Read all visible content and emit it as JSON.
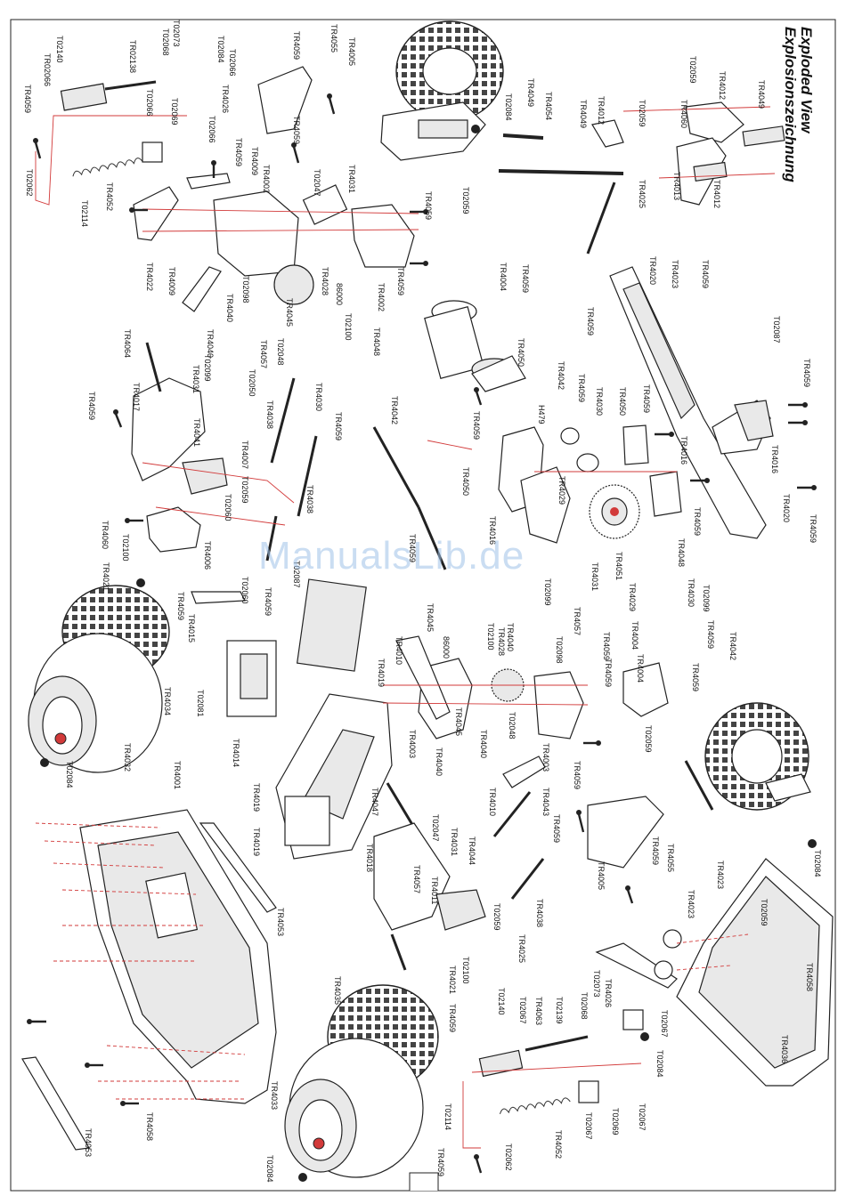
{
  "title": {
    "line1": "Exploded View",
    "line2": "Explosionszeichnung"
  },
  "watermark": "ManualsLib.de",
  "labels": [
    {
      "id": "l01",
      "text": "TR4059"
    },
    {
      "id": "l02",
      "text": "TR02066"
    },
    {
      "id": "l03",
      "text": "T02140"
    },
    {
      "id": "l04",
      "text": "TR02138"
    },
    {
      "id": "l05",
      "text": "T02068"
    },
    {
      "id": "l06",
      "text": "T02073"
    },
    {
      "id": "l07",
      "text": "T02084"
    },
    {
      "id": "l08",
      "text": "T02066"
    },
    {
      "id": "l09",
      "text": "TR4026"
    },
    {
      "id": "l10",
      "text": "T02062"
    },
    {
      "id": "l11",
      "text": "T02114"
    },
    {
      "id": "l12",
      "text": "TR4052"
    },
    {
      "id": "l13",
      "text": "T02066"
    },
    {
      "id": "l14",
      "text": "T02069"
    },
    {
      "id": "l15",
      "text": "T02066"
    },
    {
      "id": "l16",
      "text": "TR4059"
    },
    {
      "id": "l17",
      "text": "TR4009"
    },
    {
      "id": "l18",
      "text": "TR4002"
    },
    {
      "id": "l19",
      "text": "TR4022"
    },
    {
      "id": "l20",
      "text": "TR4009"
    },
    {
      "id": "l21",
      "text": "TR4059"
    },
    {
      "id": "l22",
      "text": "TR4055"
    },
    {
      "id": "l23",
      "text": "TR4005"
    },
    {
      "id": "l24",
      "text": "TR4059"
    },
    {
      "id": "l25",
      "text": "T02047"
    },
    {
      "id": "l26",
      "text": "TR4031"
    },
    {
      "id": "l27",
      "text": "TR4059"
    },
    {
      "id": "l28",
      "text": "TR4059"
    },
    {
      "id": "l29",
      "text": "TR4002"
    },
    {
      "id": "l30",
      "text": "TR4028"
    },
    {
      "id": "l31",
      "text": "86000"
    },
    {
      "id": "l32",
      "text": "T02100"
    },
    {
      "id": "l33",
      "text": "T02098"
    },
    {
      "id": "l34",
      "text": "TR4040"
    },
    {
      "id": "l35",
      "text": "TR4040"
    },
    {
      "id": "l36",
      "text": "T02099"
    },
    {
      "id": "l37",
      "text": "TR4057"
    },
    {
      "id": "l38",
      "text": "TR4045"
    },
    {
      "id": "l39",
      "text": "T02048"
    },
    {
      "id": "l40",
      "text": "TR4031"
    },
    {
      "id": "l41",
      "text": "T02050"
    },
    {
      "id": "l42",
      "text": "TR4048"
    },
    {
      "id": "l43",
      "text": "TR4030"
    },
    {
      "id": "l44",
      "text": "TR4059"
    },
    {
      "id": "l45",
      "text": "TR4042"
    },
    {
      "id": "l46",
      "text": "TR4064"
    },
    {
      "id": "l47",
      "text": "TR4017"
    },
    {
      "id": "l48",
      "text": "TR4059"
    },
    {
      "id": "l49",
      "text": "TR4041"
    },
    {
      "id": "l50",
      "text": "TR4038"
    },
    {
      "id": "l51",
      "text": "TR4007"
    },
    {
      "id": "l52",
      "text": "T02059"
    },
    {
      "id": "l53",
      "text": "T02060"
    },
    {
      "id": "l54",
      "text": "TR4038"
    },
    {
      "id": "l55",
      "text": "TR4060"
    },
    {
      "id": "l56",
      "text": "T02100"
    },
    {
      "id": "l57",
      "text": "TR4021"
    },
    {
      "id": "l58",
      "text": "TR4006"
    },
    {
      "id": "l59",
      "text": "TR4059"
    },
    {
      "id": "l60",
      "text": "TR4015"
    },
    {
      "id": "l61",
      "text": "T02060"
    },
    {
      "id": "l62",
      "text": "TR4059"
    },
    {
      "id": "l63",
      "text": "T02087"
    },
    {
      "id": "l64",
      "text": "TR4034"
    },
    {
      "id": "l65",
      "text": "T02081"
    },
    {
      "id": "l66",
      "text": "TR4014"
    },
    {
      "id": "l67",
      "text": "TR4032"
    },
    {
      "id": "l68",
      "text": "T02084"
    },
    {
      "id": "l69",
      "text": "TR4001"
    },
    {
      "id": "l70",
      "text": "TR4019"
    },
    {
      "id": "l71",
      "text": "TR4019"
    },
    {
      "id": "l72",
      "text": "TR4019"
    },
    {
      "id": "l73",
      "text": "TR4018"
    },
    {
      "id": "l74",
      "text": "TR4053"
    },
    {
      "id": "l75",
      "text": "TR4053"
    },
    {
      "id": "l76",
      "text": "TR4058"
    },
    {
      "id": "l77",
      "text": "TR4033"
    },
    {
      "id": "l78",
      "text": "T02084"
    },
    {
      "id": "l79",
      "text": "TR4035"
    },
    {
      "id": "l80",
      "text": "TR4047"
    },
    {
      "id": "l81",
      "text": "TR4010"
    },
    {
      "id": "l82",
      "text": "TR4003"
    },
    {
      "id": "l83",
      "text": "TR4045"
    },
    {
      "id": "l84",
      "text": "TR4040"
    },
    {
      "id": "l85",
      "text": "TR4044"
    },
    {
      "id": "l86",
      "text": "T02047"
    },
    {
      "id": "l87",
      "text": "TR4031"
    },
    {
      "id": "l88",
      "text": "TR4057"
    },
    {
      "id": "l89",
      "text": "TR4011"
    },
    {
      "id": "l90",
      "text": "TR4021"
    },
    {
      "id": "l91",
      "text": "T02100"
    },
    {
      "id": "l92",
      "text": "TR4059"
    },
    {
      "id": "l93",
      "text": "T02059"
    },
    {
      "id": "l94",
      "text": "TR4038"
    },
    {
      "id": "l95",
      "text": "TR4025"
    },
    {
      "id": "l96",
      "text": "T02140"
    },
    {
      "id": "l97",
      "text": "T02067"
    },
    {
      "id": "l98",
      "text": "TR4063"
    },
    {
      "id": "l99",
      "text": "T02139"
    },
    {
      "id": "l100",
      "text": "T02068"
    },
    {
      "id": "l101",
      "text": "T02073"
    },
    {
      "id": "l102",
      "text": "TR4026"
    },
    {
      "id": "l103",
      "text": "T02067"
    },
    {
      "id": "l104",
      "text": "T02084"
    },
    {
      "id": "l105",
      "text": "T02114"
    },
    {
      "id": "l106",
      "text": "TR4059"
    },
    {
      "id": "l107",
      "text": "T02062"
    },
    {
      "id": "l108",
      "text": "TR4052"
    },
    {
      "id": "l109",
      "text": "T02067"
    },
    {
      "id": "l110",
      "text": "T02069"
    },
    {
      "id": "l111",
      "text": "T02067"
    },
    {
      "id": "l112",
      "text": "TR4036"
    },
    {
      "id": "l113",
      "text": "TR4058"
    },
    {
      "id": "l114",
      "text": "TR4023"
    },
    {
      "id": "l115",
      "text": "TR4023"
    },
    {
      "id": "l116",
      "text": "T02084"
    },
    {
      "id": "l117",
      "text": "TR4055"
    },
    {
      "id": "l118",
      "text": "TR4059"
    },
    {
      "id": "l119",
      "text": "TR4005"
    },
    {
      "id": "l120",
      "text": "TR4059"
    },
    {
      "id": "l121",
      "text": "TR4043"
    },
    {
      "id": "l122",
      "text": "T02059"
    },
    {
      "id": "l123",
      "text": "TR4059"
    },
    {
      "id": "l124",
      "text": "TR4004"
    },
    {
      "id": "l125",
      "text": "TR4059"
    },
    {
      "id": "l126",
      "text": "TR4042"
    },
    {
      "id": "l127",
      "text": "TR4059"
    },
    {
      "id": "l128",
      "text": "T02099"
    },
    {
      "id": "l129",
      "text": "TR4030"
    },
    {
      "id": "l130",
      "text": "TR4029"
    },
    {
      "id": "l131",
      "text": "TR4051"
    },
    {
      "id": "l132",
      "text": "TR4048"
    },
    {
      "id": "l133",
      "text": "TR4059"
    },
    {
      "id": "l134",
      "text": "TR4020"
    },
    {
      "id": "l135",
      "text": "TR4059"
    },
    {
      "id": "l136",
      "text": "TR4016"
    },
    {
      "id": "l137",
      "text": "TR4016"
    },
    {
      "id": "l138",
      "text": "TR4059"
    },
    {
      "id": "l139",
      "text": "TR4059"
    },
    {
      "id": "l140",
      "text": "T02087"
    },
    {
      "id": "l141",
      "text": "TR4059"
    },
    {
      "id": "l142",
      "text": "TR4059"
    },
    {
      "id": "l143",
      "text": "TR4023"
    },
    {
      "id": "l144",
      "text": "TR4020"
    },
    {
      "id": "l145",
      "text": "TR4050"
    },
    {
      "id": "l146",
      "text": "TR4030"
    },
    {
      "id": "l147",
      "text": "TR4059"
    },
    {
      "id": "l148",
      "text": "TR4042"
    },
    {
      "id": "l149",
      "text": "H479"
    },
    {
      "id": "l150",
      "text": "TR4050"
    },
    {
      "id": "l151",
      "text": "TR4059"
    },
    {
      "id": "l152",
      "text": "TR4050"
    },
    {
      "id": "l153",
      "text": "TR4016"
    },
    {
      "id": "l154",
      "text": "TR4029"
    },
    {
      "id": "l155",
      "text": "TR4031"
    },
    {
      "id": "l156",
      "text": "T02099"
    },
    {
      "id": "l157",
      "text": "TR4057"
    },
    {
      "id": "l158",
      "text": "T02098"
    },
    {
      "id": "l159",
      "text": "TR4028"
    },
    {
      "id": "l160",
      "text": "T02048"
    },
    {
      "id": "l161",
      "text": "TR4040"
    },
    {
      "id": "l162",
      "text": "TR4003"
    },
    {
      "id": "l163",
      "text": "TR4010"
    },
    {
      "id": "l164",
      "text": "TR4045"
    },
    {
      "id": "l165",
      "text": "TR4040"
    },
    {
      "id": "l166",
      "text": "86000"
    },
    {
      "id": "l167",
      "text": "T02100"
    },
    {
      "id": "l168",
      "text": "TR4059"
    },
    {
      "id": "l169",
      "text": "TR4059"
    },
    {
      "id": "l170",
      "text": "TR4004"
    },
    {
      "id": "l171",
      "text": "T02059"
    },
    {
      "id": "l172",
      "text": "TR4059"
    },
    {
      "id": "l173",
      "text": "TR4012"
    },
    {
      "id": "l174",
      "text": "TR4049"
    },
    {
      "id": "l175",
      "text": "TR4060"
    },
    {
      "id": "l176",
      "text": "T02059"
    },
    {
      "id": "l177",
      "text": "TR4012"
    },
    {
      "id": "l178",
      "text": "TR4049"
    },
    {
      "id": "l179",
      "text": "TR4054"
    },
    {
      "id": "l180",
      "text": "TR4049"
    },
    {
      "id": "l181",
      "text": "T02059"
    },
    {
      "id": "l182",
      "text": "TR4013"
    },
    {
      "id": "l183",
      "text": "TR4012"
    },
    {
      "id": "l184",
      "text": "TR4025"
    },
    {
      "id": "l185",
      "text": "T02084"
    },
    {
      "id": "l186",
      "text": "T02059"
    },
    {
      "id": "l187",
      "text": "TR4004"
    },
    {
      "id": "l188",
      "text": "TR4059"
    }
  ]
}
